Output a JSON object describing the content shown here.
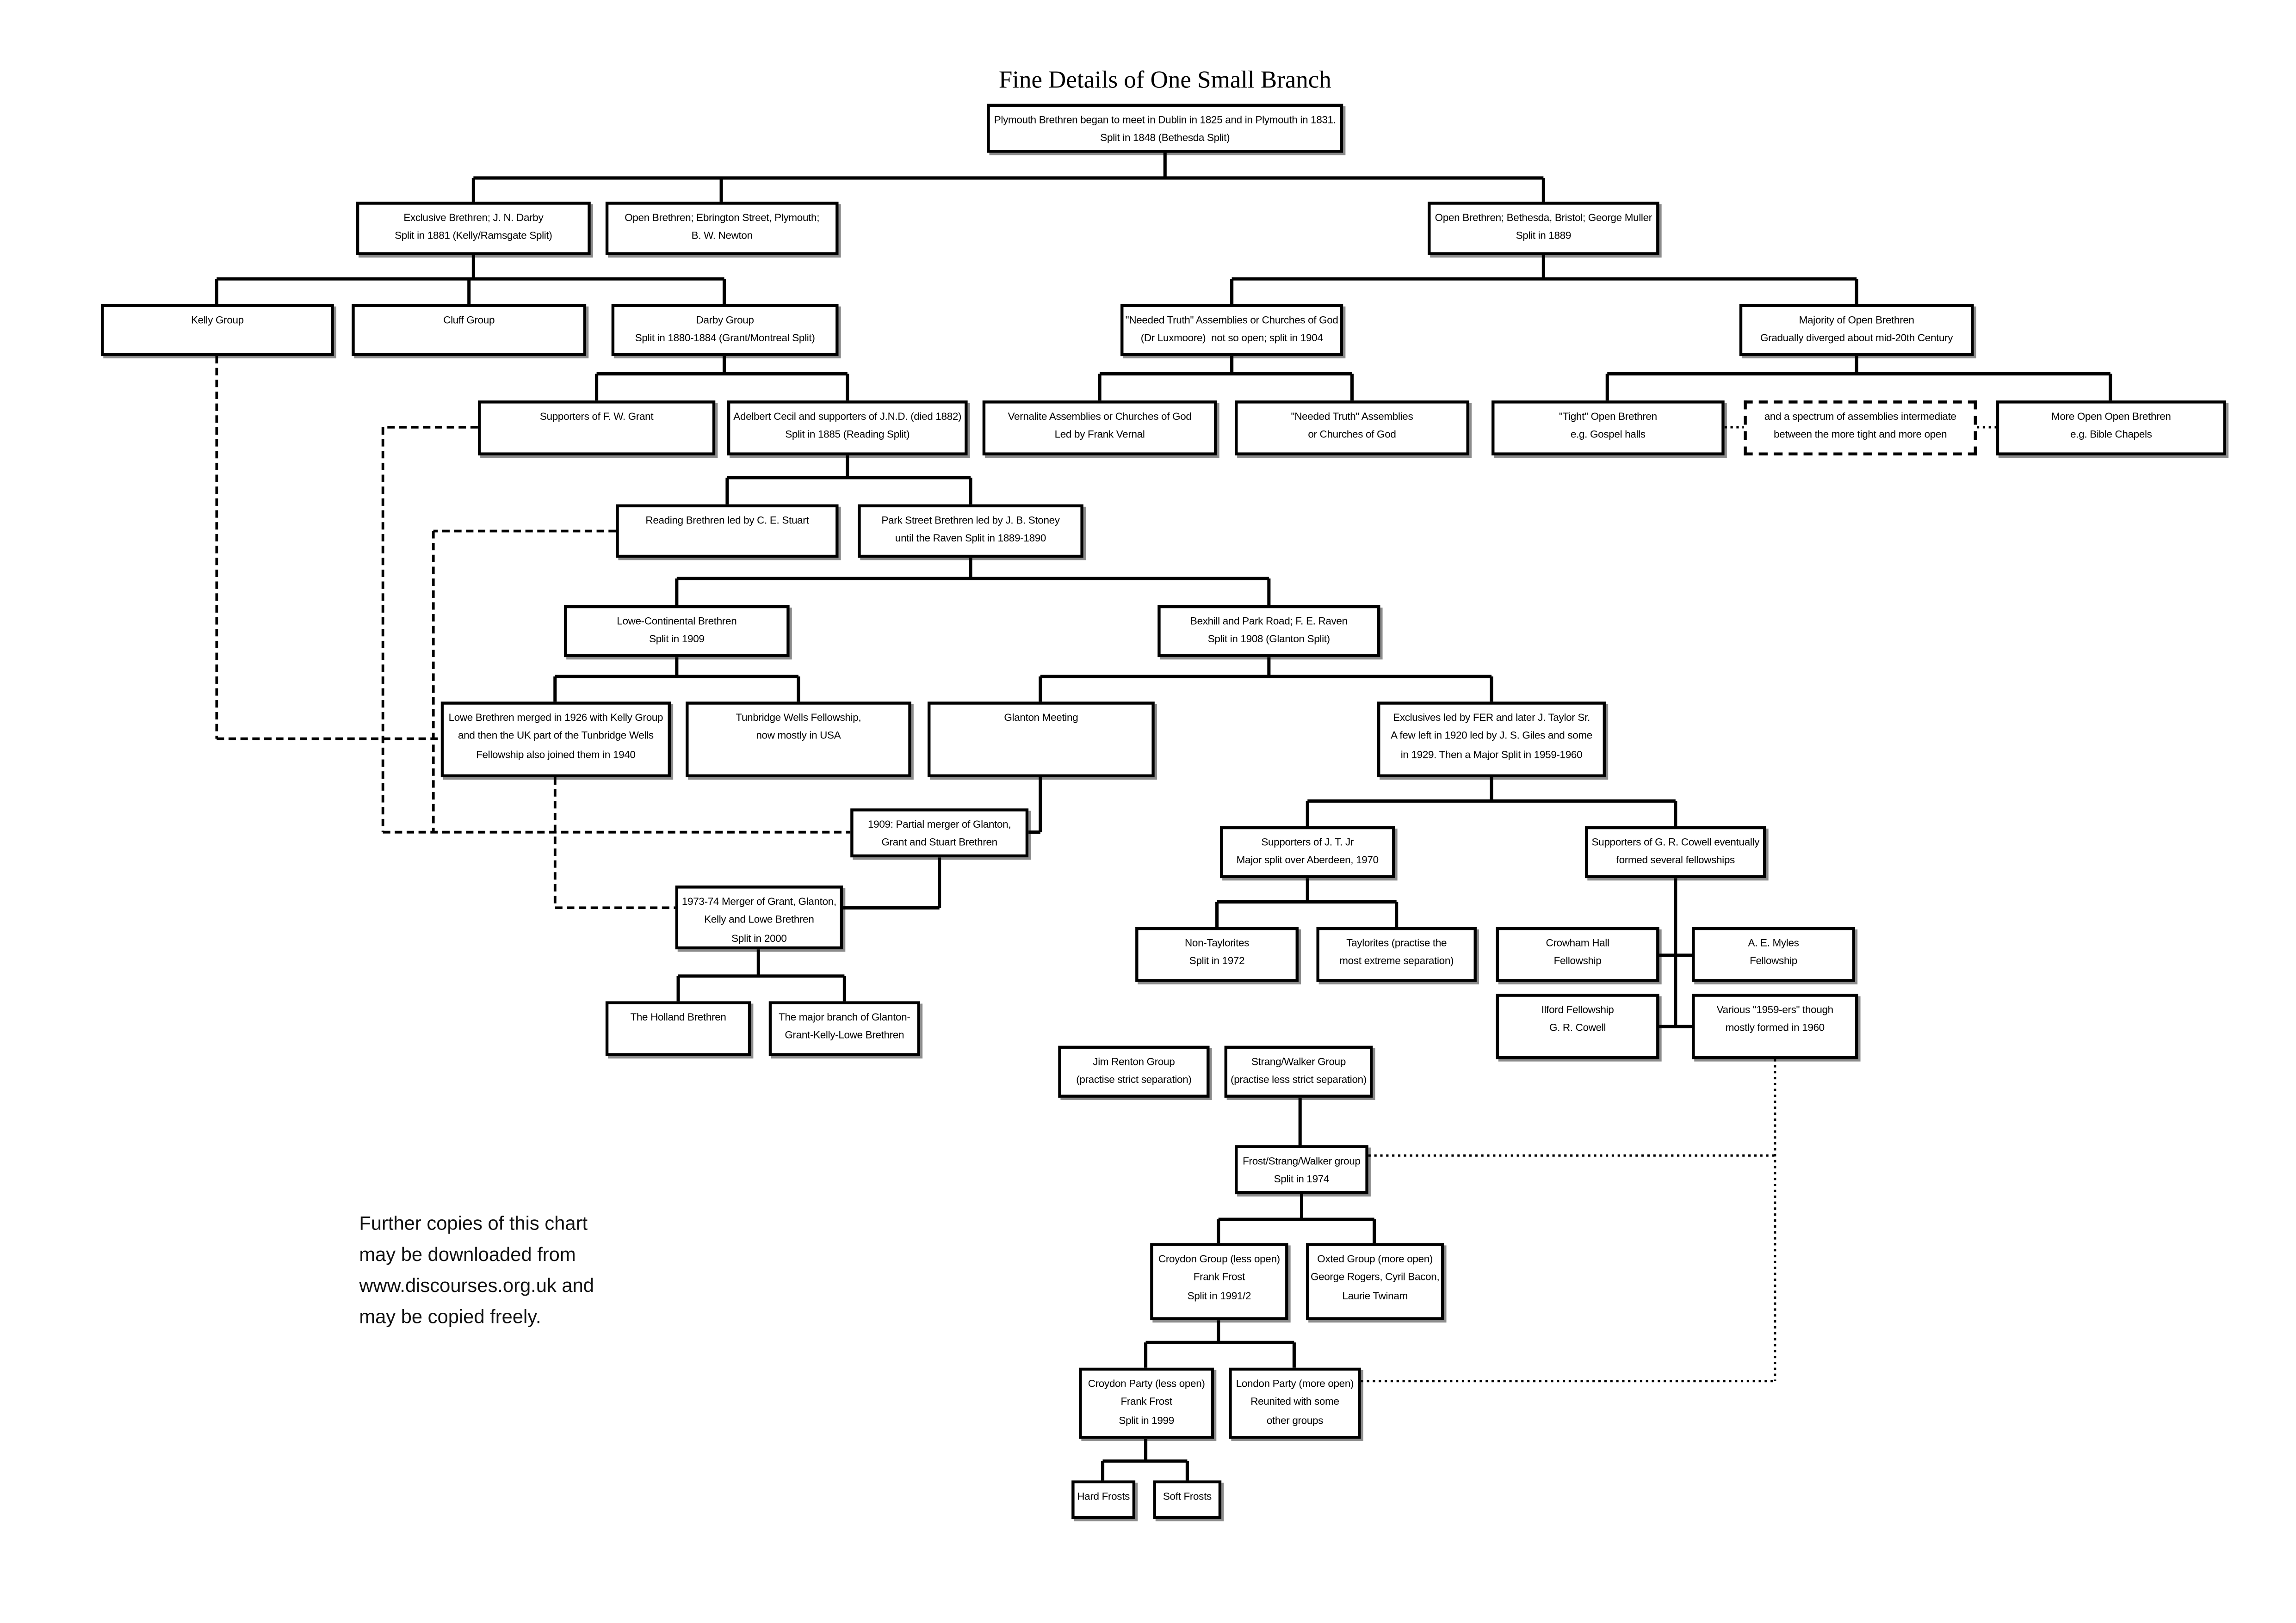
{
  "title": "Fine Details of One Small Branch",
  "note": "Further copies of this chart\nmay be downloaded from\nwww.discourses.org.uk and\nmay be copied freely.",
  "diagram_colors": {
    "box_border": "#000000",
    "background": "#ffffff",
    "text": "#000000"
  },
  "nodes": [
    {
      "id": "root",
      "text": "Plymouth Brethren began to meet in Dublin in 1825 and in Plymouth in 1831.\nSplit in 1848 (Bethesda Split)"
    },
    {
      "id": "exclusive-darby",
      "text": "Exclusive Brethren; J. N. Darby\nSplit in 1881 (Kelly/Ramsgate Split)"
    },
    {
      "id": "ebrington-newton",
      "text": "Open Brethren; Ebrington Street, Plymouth;\nB. W. Newton"
    },
    {
      "id": "bethesda-muller",
      "text": "Open Brethren; Bethesda, Bristol; George Muller\nSplit in 1889"
    },
    {
      "id": "kelly-group",
      "text": "Kelly Group"
    },
    {
      "id": "cluff-group",
      "text": "Cluff Group"
    },
    {
      "id": "darby-group",
      "text": "Darby Group\nSplit in 1880-1884 (Grant/Montreal Split)"
    },
    {
      "id": "needed-truth-luxmoore",
      "text": "\"Needed Truth\" Assemblies or Churches of God\n(Dr Luxmoore)  not so open; split in 1904"
    },
    {
      "id": "majority-open",
      "text": "Majority of Open Brethren\nGradually diverged about mid-20th Century"
    },
    {
      "id": "grant-supporters",
      "text": "Supporters of F. W. Grant"
    },
    {
      "id": "adelbert-cecil",
      "text": "Adelbert Cecil and supporters of J.N.D. (died 1882)\nSplit in 1885 (Reading Split)"
    },
    {
      "id": "vernalite",
      "text": "Vernalite Assemblies or Churches of God\nLed by Frank Vernal"
    },
    {
      "id": "needed-truth-assemblies",
      "text": "\"Needed Truth\" Assemblies\nor Churches of God"
    },
    {
      "id": "tight-open",
      "text": "\"Tight\" Open Brethren\ne.g. Gospel halls"
    },
    {
      "id": "spectrum",
      "text": "and a spectrum of assemblies intermediate\nbetween the more tight and more open"
    },
    {
      "id": "more-open",
      "text": "More Open Open Brethren\ne.g. Bible Chapels"
    },
    {
      "id": "reading-stuart",
      "text": "Reading Brethren led by C. E. Stuart"
    },
    {
      "id": "park-street-stoney",
      "text": "Park Street Brethren led by J. B. Stoney\nuntil the Raven Split in 1889-1890"
    },
    {
      "id": "lowe-continental",
      "text": "Lowe-Continental Brethren\nSplit in 1909"
    },
    {
      "id": "bexhill-raven",
      "text": "Bexhill and Park Road; F. E. Raven\nSplit in 1908 (Glanton Split)"
    },
    {
      "id": "lowe-merged",
      "text": "Lowe Brethren merged in 1926 with Kelly Group\nand then the UK part of the Tunbridge Wells\nFellowship also joined them in 1940"
    },
    {
      "id": "tunbridge-wells",
      "text": "Tunbridge Wells Fellowship,\nnow mostly in USA"
    },
    {
      "id": "glanton-meeting",
      "text": "Glanton Meeting"
    },
    {
      "id": "exclusives-fer",
      "text": "Exclusives led by FER and later J. Taylor Sr.\nA few left in 1920 led by J. S. Giles and some\nin 1929. Then a Major Split in 1959-1960"
    },
    {
      "id": "merger-1909",
      "text": "1909: Partial merger of Glanton,\nGrant and Stuart Brethren"
    },
    {
      "id": "jt-jr-supporters",
      "text": "Supporters of J. T. Jr\nMajor split over Aberdeen, 1970"
    },
    {
      "id": "cowell-supporters",
      "text": "Supporters of G. R. Cowell eventually\nformed several fellowships"
    },
    {
      "id": "merger-1973-74",
      "text": "1973-74 Merger of Grant, Glanton,\nKelly and Lowe Brethren\nSplit in 2000"
    },
    {
      "id": "non-taylorites",
      "text": "Non-Taylorites\nSplit in 1972"
    },
    {
      "id": "taylorites",
      "text": "Taylorites (practise the\nmost extreme separation)"
    },
    {
      "id": "crowham-hall",
      "text": "Crowham Hall\nFellowship"
    },
    {
      "id": "ae-myles",
      "text": "A. E. Myles\nFellowship"
    },
    {
      "id": "holland-brethren",
      "text": "The Holland Brethren"
    },
    {
      "id": "major-branch",
      "text": "The major branch of Glanton-\nGrant-Kelly-Lowe Brethren"
    },
    {
      "id": "jim-renton",
      "text": "Jim Renton Group\n(practise strict separation)"
    },
    {
      "id": "strang-walker",
      "text": "Strang/Walker Group\n(practise less strict separation)"
    },
    {
      "id": "ilford-fellowship",
      "text": "Ilford Fellowship\nG. R. Cowell"
    },
    {
      "id": "various-1959ers",
      "text": "Various \"1959-ers\" though\nmostly formed in 1960"
    },
    {
      "id": "frost-strang-walker",
      "text": "Frost/Strang/Walker group\nSplit in 1974"
    },
    {
      "id": "croydon-group",
      "text": "Croydon Group (less open)\nFrank Frost\nSplit in 1991/2"
    },
    {
      "id": "oxted-group",
      "text": "Oxted Group (more open)\nGeorge Rogers, Cyril Bacon,\nLaurie Twinam"
    },
    {
      "id": "croydon-party",
      "text": "Croydon Party (less open)\nFrank Frost\nSplit in 1999"
    },
    {
      "id": "london-party",
      "text": "London Party (more open)\nReunited with some\nother groups"
    },
    {
      "id": "hard-frosts",
      "text": "Hard Frosts"
    },
    {
      "id": "soft-frosts",
      "text": "Soft Frosts"
    }
  ]
}
